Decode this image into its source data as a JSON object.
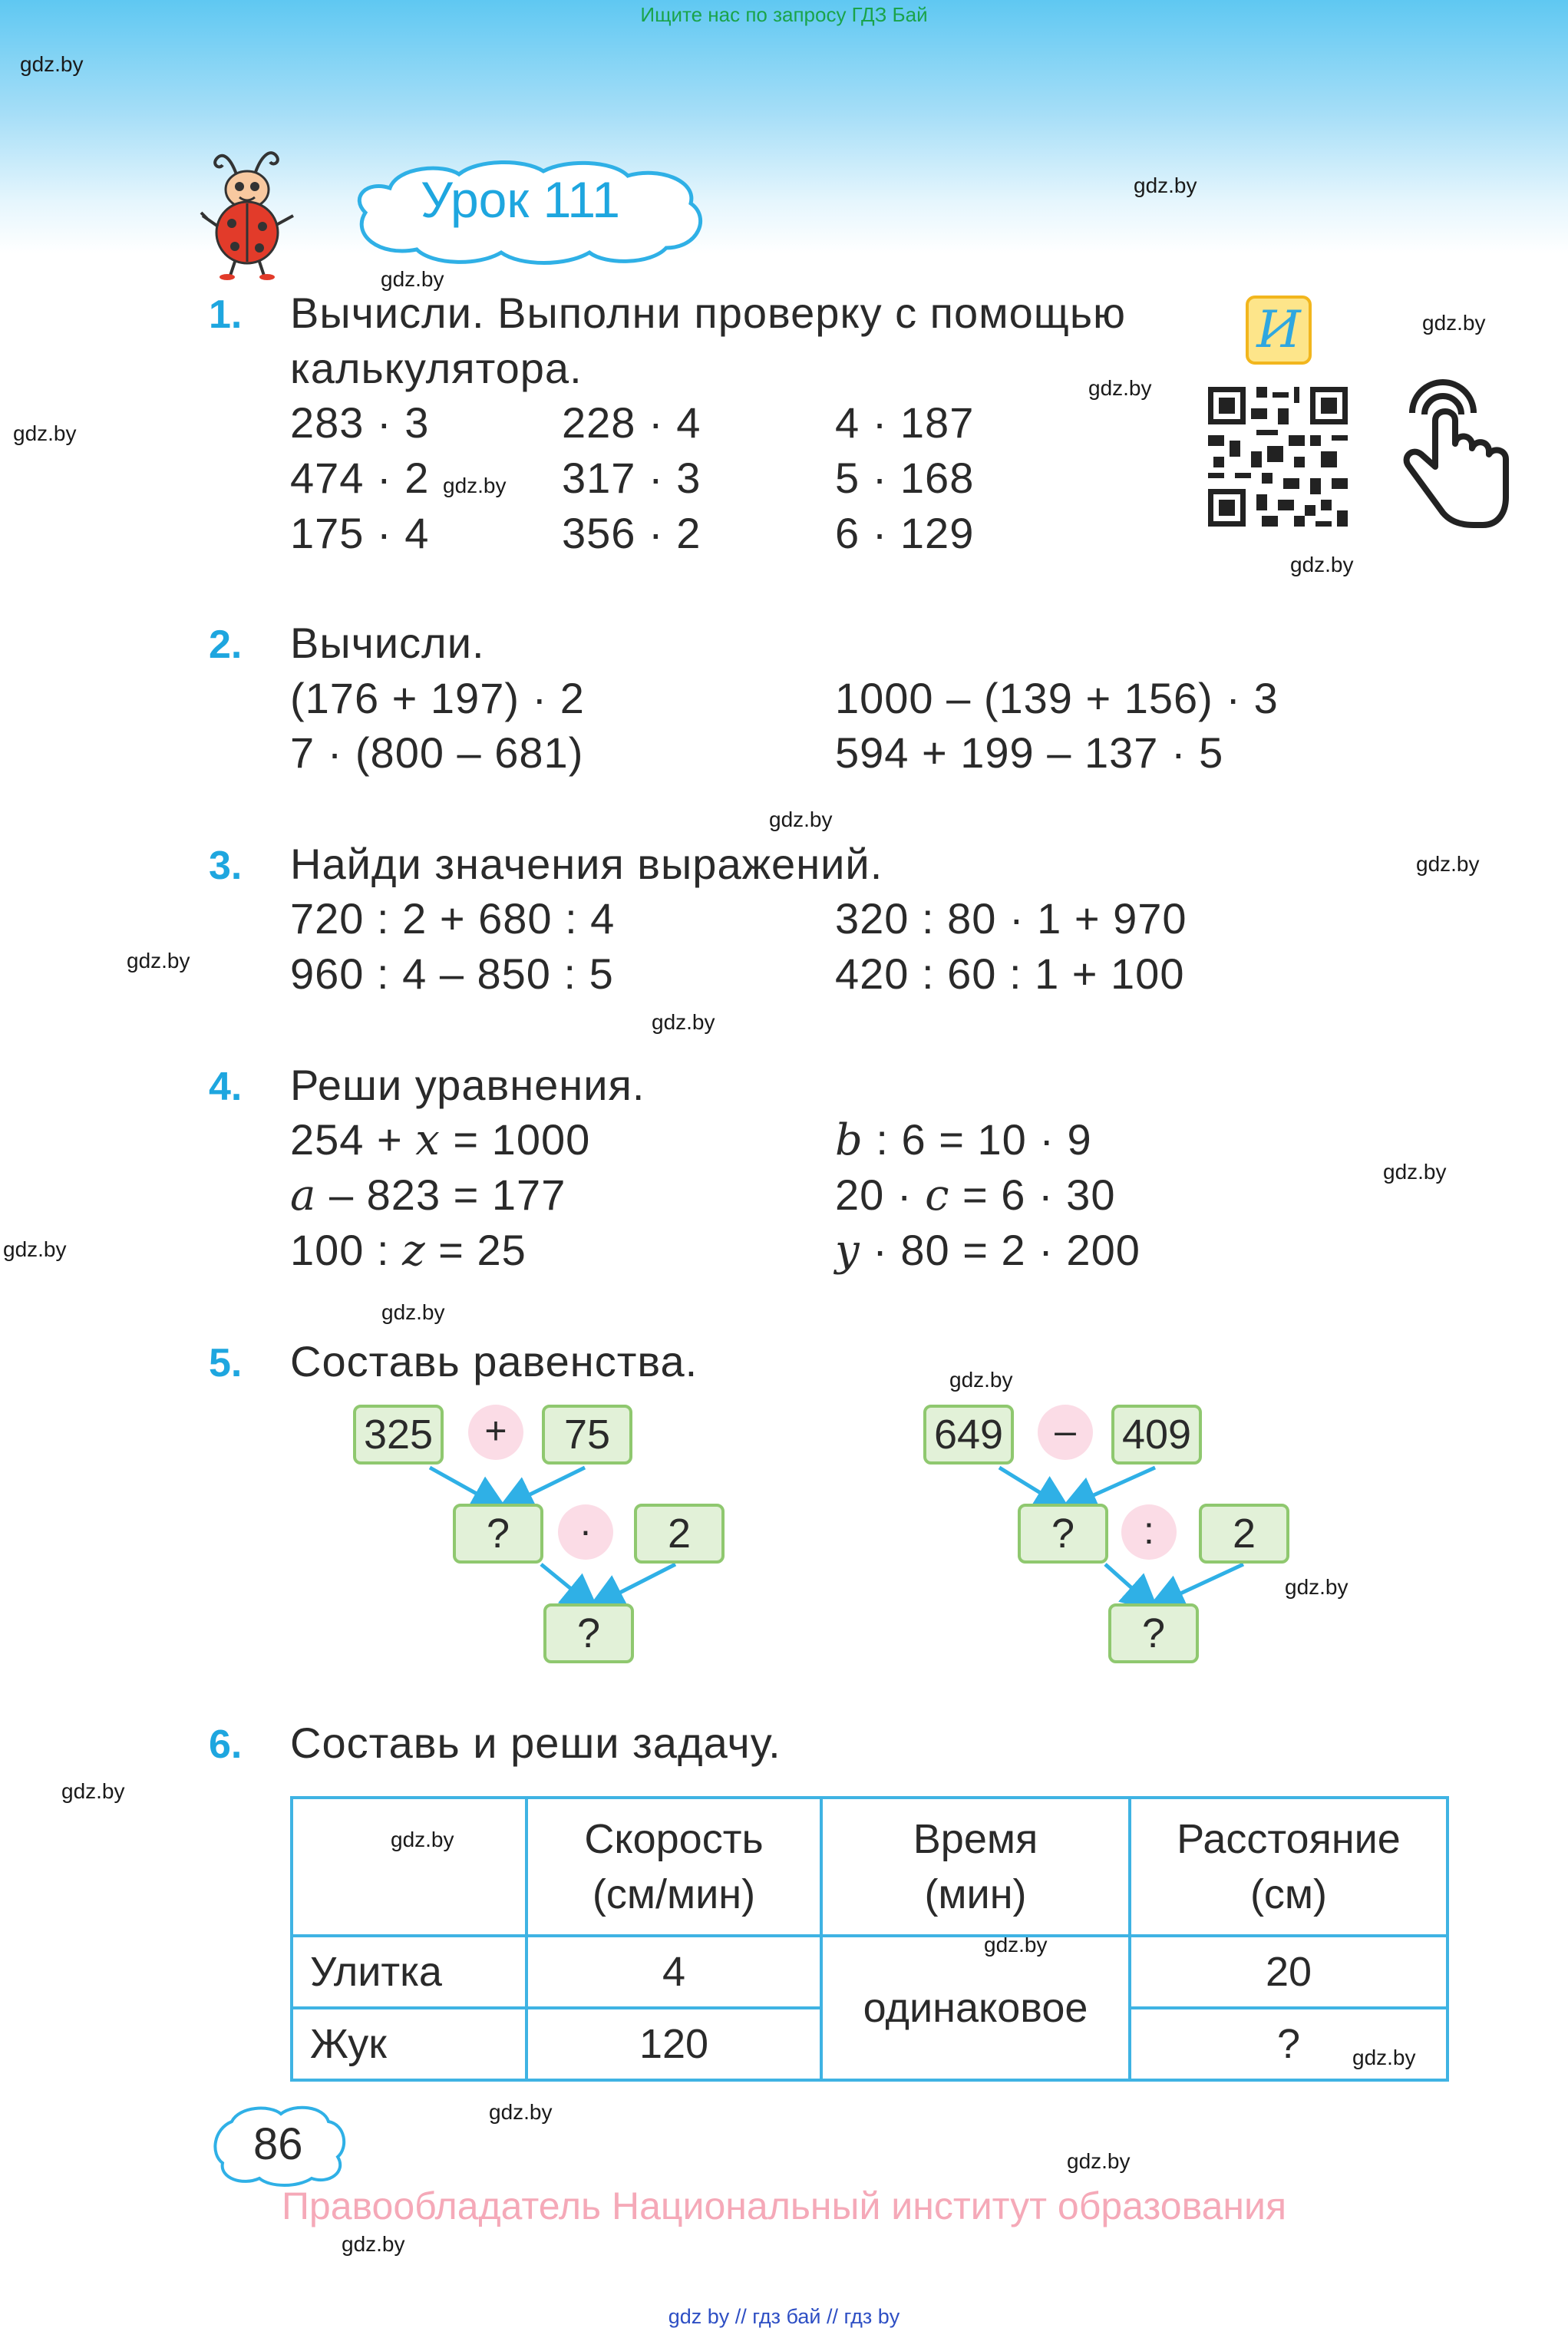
{
  "top_link": "Ищите нас по запросу ГДЗ Бай",
  "watermark": "gdz.by",
  "lesson_title": "Урок 111",
  "badge_letter": "И",
  "page_number": "86",
  "copyright": "Правообладатель Национальный институт образования",
  "bottom_link": "gdz by  //  гдз бай  //  гдз by",
  "ex1": {
    "num": "1.",
    "line1": "Вычисли. Выполни проверку с помощью",
    "line2": "калькулятора.",
    "col1": [
      "283 · 3",
      "474 · 2",
      "175 · 4"
    ],
    "col2": [
      "228 · 4",
      "317 · 3",
      "356 · 2"
    ],
    "col3": [
      "4 · 187",
      "5 · 168",
      "6 · 129"
    ]
  },
  "ex2": {
    "num": "2.",
    "title": "Вычисли.",
    "left": [
      "(176 + 197) · 2",
      "7 · (800 – 681)"
    ],
    "right": [
      "1000 – (139 + 156) · 3",
      "594 + 199 – 137 · 5"
    ]
  },
  "ex3": {
    "num": "3.",
    "title": "Найди значения выражений.",
    "left": [
      "720 : 2 + 680 : 4",
      "960 : 4 – 850 : 5"
    ],
    "right": [
      "320 : 80 · 1 + 970",
      "420 : 60 : 1 + 100"
    ]
  },
  "ex4": {
    "num": "4.",
    "title": "Реши уравнения.",
    "eq1": {
      "a": "254 + ",
      "v": "x",
      "b": " = 1000"
    },
    "eq2": {
      "a": "",
      "v": "a",
      "b": " – 823 = 177"
    },
    "eq3": {
      "a": "100 : ",
      "v": "z",
      "b": " = 25"
    },
    "eq4": {
      "a": "",
      "v": "b",
      "b": " : 6 = 10 · 9"
    },
    "eq5": {
      "a": "20 · ",
      "v": "c",
      "b": " = 6 · 30"
    },
    "eq6": {
      "a": "",
      "v": "y",
      "b": " · 80 = 2 · 200"
    }
  },
  "ex5": {
    "num": "5.",
    "title": "Составь равенства.",
    "tree1": {
      "a": "325",
      "op1": "+",
      "b": "75",
      "q1": "?",
      "op2": "·",
      "c": "2",
      "q2": "?"
    },
    "tree2": {
      "a": "649",
      "op1": "–",
      "b": "409",
      "q1": "?",
      "op2": ":",
      "c": "2",
      "q2": "?"
    }
  },
  "ex6": {
    "num": "6.",
    "title": "Составь и реши задачу.",
    "headers": [
      "Скорость\n(см/мин)",
      "Время\n(мин)",
      "Расстояние\n(см)"
    ],
    "row1": {
      "name": "Улитка",
      "speed": "4",
      "dist": "20"
    },
    "row2": {
      "name": "Жук",
      "speed": "120",
      "dist": "?"
    },
    "time": "одинаковое"
  },
  "colors": {
    "accent": "#1ea6df",
    "box_fill": "#e2f1d8",
    "box_border": "#8fc86f",
    "op_fill": "#fbdce6",
    "copyright": "#f5a9b8"
  }
}
